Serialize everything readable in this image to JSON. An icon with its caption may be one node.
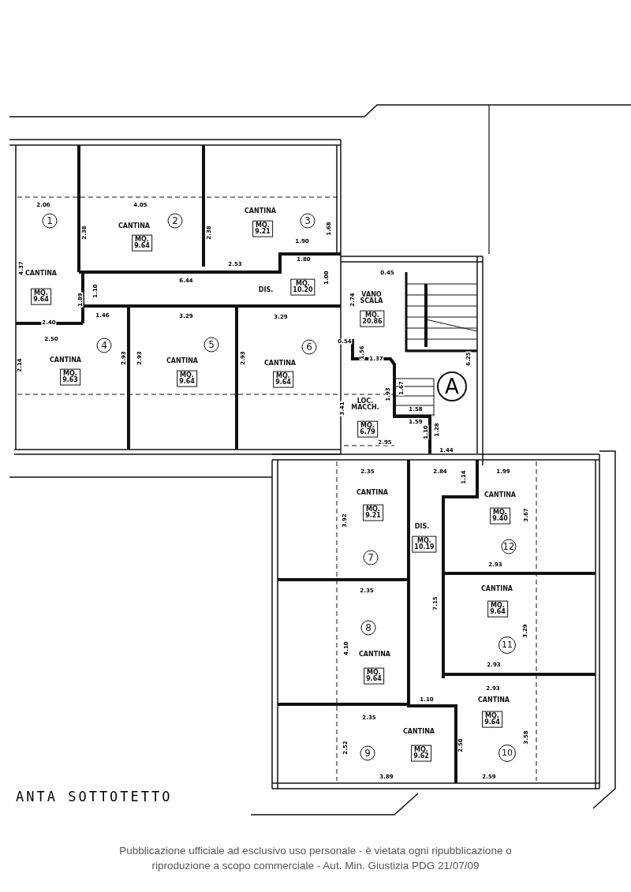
{
  "diagram": {
    "title": "ANTA SOTTOTETTO",
    "caption": "Pubblicazione ufficiale ad esclusivo uso personale - è vietata ogni ripubblicazione o riproduzione a scopo commerciale - Aut. Min. Giustizia PDG 21/07/09",
    "nodes": [
      {
        "text": [
          "1",
          "CANTINA",
          "MQ. 9.64"
        ]
      },
      {
        "text": [
          "CANTINA",
          "2",
          "MQ. 9.64"
        ]
      },
      {
        "text": [
          "CANTINA",
          "3",
          "MQ. 9.21"
        ]
      },
      {
        "text": [
          "DIS.",
          "MQ. 10.20"
        ]
      },
      {
        "text": [
          "VANO SCALA",
          "MQ. 20.86"
        ]
      },
      {
        "text": [
          "4",
          "CANTINA",
          "MQ. 9.63"
        ]
      },
      {
        "text": [
          "5",
          "CANTINA",
          "MQ. 9.64"
        ]
      },
      {
        "text": [
          "6",
          "CANTINA",
          "MQ. 9.64"
        ]
      },
      {
        "text": [
          "LOC. MACCH.",
          "MQ. 6.79"
        ]
      },
      {
        "text": [
          "CANTINA",
          "MQ. 9.21",
          "7"
        ]
      },
      {
        "text": [
          "DIS.",
          "MQ. 10.19"
        ]
      },
      {
        "text": [
          "CANTINA",
          "MQ. 9.40",
          "12"
        ]
      },
      {
        "text": [
          "CANTINA",
          "MQ. 9.64",
          "11"
        ]
      },
      {
        "text": [
          "8",
          "CANTINA",
          "MQ. 9.64"
        ]
      },
      {
        "text": [
          "CANTINA",
          "9",
          "MQ. 9.62"
        ]
      },
      {
        "text": [
          "CANTINA",
          "MQ. 9.64",
          "10"
        ]
      }
    ],
    "labels": [
      "2.06",
      "4.05",
      "2.38",
      "2.38",
      "1.68",
      "1.90",
      "4.37",
      "2.53",
      "1.80",
      "6.44",
      "1.00",
      "1.10",
      "1.89",
      "0.45",
      "2.74",
      "1.46",
      "3.29",
      "3.29",
      "2.40",
      "2.50",
      "2.14",
      "2.93",
      "2.93",
      "2.93",
      "0.54",
      "1.56",
      "1.37",
      "6.25",
      "1.67",
      "1.93",
      "3.41",
      "1.58",
      "1.59",
      "1.10",
      "1.28",
      "2.95",
      "1.44",
      "A",
      "2.35",
      "2.84",
      "1.14",
      "1.99",
      "3.92",
      "3.67",
      "2.35",
      "2.93",
      "7.15",
      "3.29",
      "4.10",
      "2.93",
      "2.93",
      "1.10",
      "2.35",
      "2.52",
      "2.50",
      "3.58",
      "3.89",
      "2.59"
    ]
  }
}
